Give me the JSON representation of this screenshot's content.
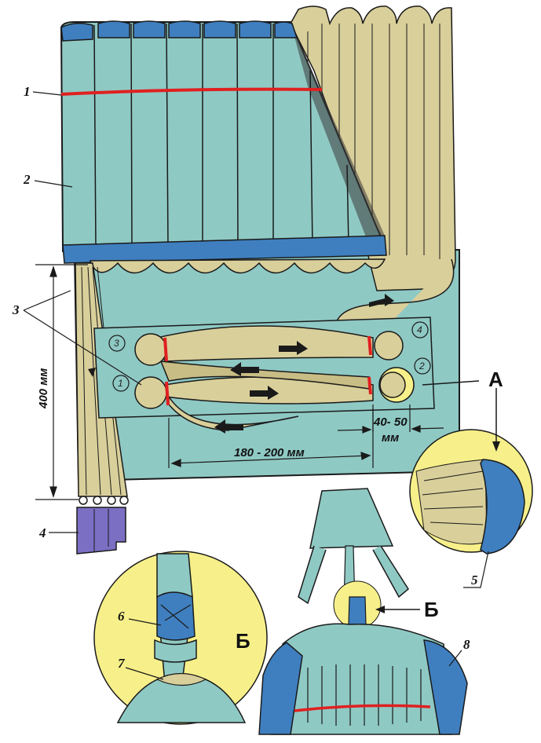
{
  "labels": {
    "n1": "1",
    "n2": "2",
    "n3": "3",
    "n4": "4",
    "n5": "5",
    "n6": "6",
    "n7": "7",
    "n8": "8"
  },
  "letters": {
    "a": "А",
    "b_inset": "Б",
    "b_main": "Б"
  },
  "dimensions": {
    "height": "400 мм",
    "span": "180 - 200 мм",
    "gap_value": "40- 50",
    "gap_unit": "мм"
  },
  "circled": {
    "c1": "1",
    "c2": "2",
    "c3": "3",
    "c4": "4"
  },
  "colors": {
    "canopy": "#8fc9c4",
    "stripe": "#3f7fbf",
    "band": "#e02020",
    "line": "#d9cf9a",
    "inset": "#f7f08a",
    "weight": "#7b6fc4"
  }
}
